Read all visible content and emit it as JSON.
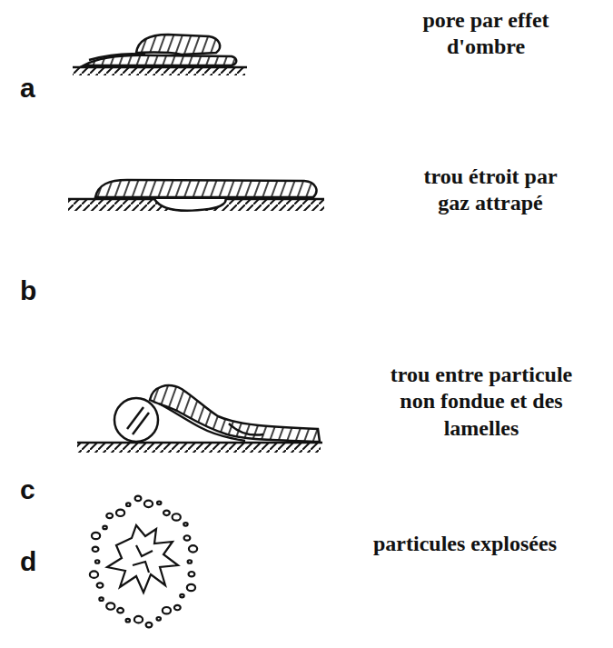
{
  "diagram": {
    "labels": [
      "a",
      "pore par effet d'ombre",
      "b",
      "trou étroit par gaz attrapé",
      "c",
      "trou entre particule non fondue et des lamelles",
      "d",
      "particules explosées"
    ]
  }
}
